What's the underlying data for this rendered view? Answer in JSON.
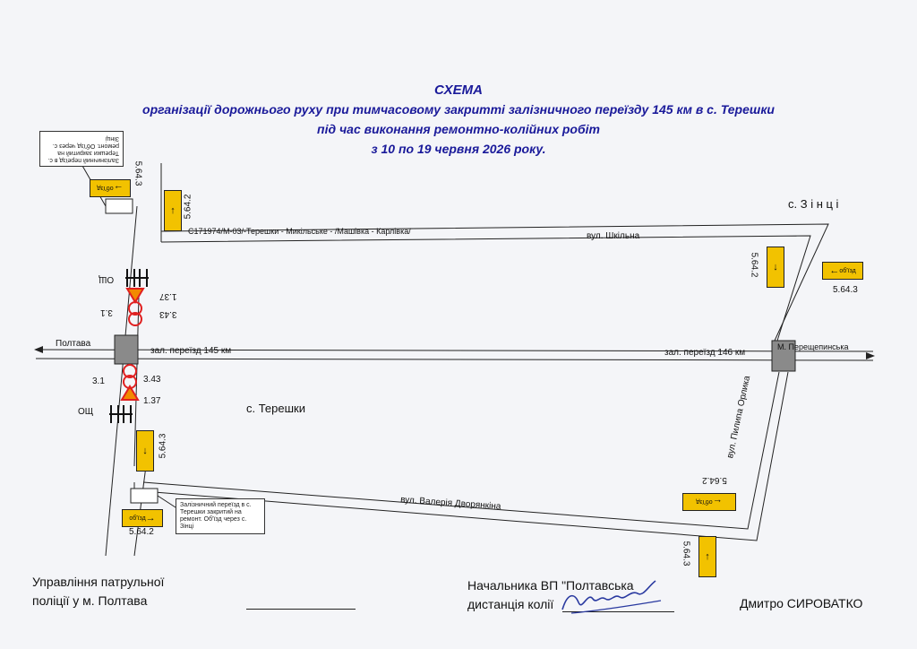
{
  "header": {
    "title": "СХЕМА",
    "line1": "організації дорожнього руху при тимчасовому закритті залізничного переїзду 145 км в с. Терешки",
    "line2": "під час виконання ремонтно-колійних робіт",
    "line3": "з 10 по 19 червня 2026 року."
  },
  "map": {
    "road_label": "С171974/М-03/-Терешки - Микільське - /Машівка - Карлівка/",
    "street_top": "вул. Шкільна",
    "street_bottom": "вул. Валерія Дворянкіна",
    "street_right": "вул. Пилипа Орлика",
    "village_zinci": "с. З і н ц і",
    "village_tereshky": "с. Терешки",
    "rail_left": "Полтава",
    "rail_right": "М. Перещепинська",
    "crossing_145": "зал. переїзд 145 км",
    "crossing_146": "зал. переїзд 146 км",
    "ots_top": "ОЩ",
    "ots_bottom": "ОЩ",
    "sign_31_top": "3.1",
    "sign_343_top": "3.43",
    "sign_137_top": "1.37",
    "sign_31_bottom": "3.1",
    "sign_343_bottom": "3.43",
    "sign_137_bottom": "1.37",
    "detour_text": "об'їзд",
    "codes": {
      "c_5643_a": "5.64.3",
      "c_5642_a": "5.64.2",
      "c_5642_b": "5.64.2",
      "c_5643_b": "5.64.3",
      "c_5643_c": "5.64.3",
      "c_5642_c": "5.64.2",
      "c_5642_d": "5.64.2",
      "c_5643_d": "5.64.3"
    },
    "note_top": "Залізничний переїзд в с. Терешки закритий на ремонт. Об'їзд через с. Зінці",
    "note_bottom": "Залізничний переїзд в с. Терешки закритий на ремонт. Об'їзд через с. Зінці"
  },
  "footer": {
    "left_line1": "Управління патрульної",
    "left_line2": "поліції у м. Полтава",
    "mid_line1": "Начальника ВП \"Полтавська",
    "mid_line2": "дистанція колії",
    "right_name": "Дмитро СИРОВАТКО"
  },
  "colors": {
    "sign_yellow": "#f2c200",
    "header_blue": "#1a1a9a",
    "red": "#e02020",
    "orange": "#f28a00"
  }
}
